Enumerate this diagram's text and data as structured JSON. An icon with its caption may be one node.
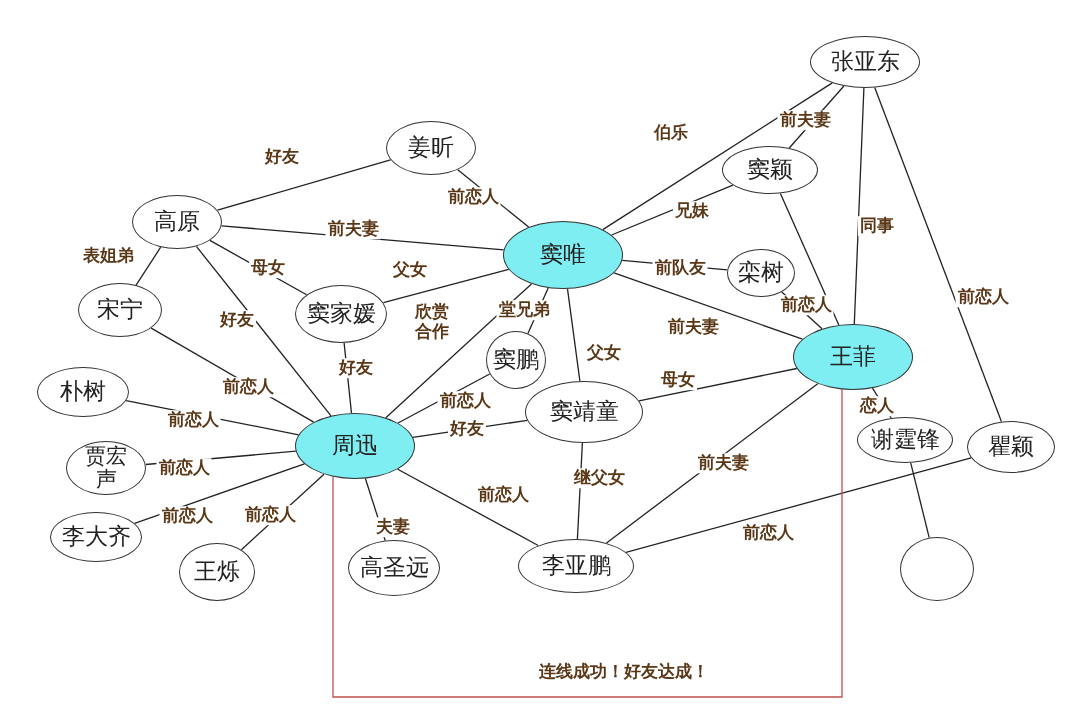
{
  "diagram": {
    "nodes": [
      {
        "text": [
          "张亚东"
        ]
      },
      {
        "text": [
          "姜昕"
        ]
      },
      {
        "text": [
          "窦颖"
        ]
      },
      {
        "text": [
          "高原"
        ]
      },
      {
        "text": [
          "窦唯"
        ]
      },
      {
        "text": [
          "栾树"
        ]
      },
      {
        "text": [
          "宋宁"
        ]
      },
      {
        "text": [
          "窦家媛"
        ]
      },
      {
        "text": [
          "窦鹏"
        ]
      },
      {
        "text": [
          "王菲"
        ]
      },
      {
        "text": [
          "朴树"
        ]
      },
      {
        "text": [
          "窦靖童"
        ]
      },
      {
        "text": [
          "周迅"
        ]
      },
      {
        "text": [
          "谢霆锋"
        ]
      },
      {
        "text": [
          "瞿颖"
        ]
      },
      {
        "text": [
          "贾宏声"
        ]
      },
      {
        "text": [
          "李大齐"
        ]
      },
      {
        "text": [
          "王烁"
        ]
      },
      {
        "text": [
          "高圣远"
        ]
      },
      {
        "text": [
          "李亚鹏"
        ]
      },
      {
        "text": [],
        "shape": "circle"
      }
    ],
    "edges": [
      {
        "from": 3,
        "to": 1,
        "arrow": "none",
        "label": "好友"
      },
      {
        "from": 1,
        "to": 4,
        "arrow": "none",
        "label": "前恋人"
      },
      {
        "from": 3,
        "to": 4,
        "arrow": "none",
        "label": "前夫妻"
      },
      {
        "from": 3,
        "to": 6,
        "arrow": "none",
        "label": "表姐弟"
      },
      {
        "from": 3,
        "to": 7,
        "arrow": "none",
        "label": "母女"
      },
      {
        "from": 7,
        "to": 4,
        "arrow": "none",
        "label": "父女"
      },
      {
        "from": 3,
        "to": 12,
        "arrow": "none",
        "label": "好友"
      },
      {
        "from": 7,
        "to": 12,
        "arrow": "none",
        "label": "好友"
      },
      {
        "from": 4,
        "to": 12,
        "arrow": "none",
        "label": "欣赏合作"
      },
      {
        "from": 8,
        "to": 4,
        "arrow": "none",
        "label": "堂兄弟"
      },
      {
        "from": 8,
        "to": 12,
        "arrow": "none",
        "label": "前恋人"
      },
      {
        "from": 12,
        "to": 11,
        "arrow": "none",
        "label": "好友"
      },
      {
        "from": 6,
        "to": 12,
        "arrow": "none",
        "label": "前恋人"
      },
      {
        "from": 10,
        "to": 12,
        "arrow": "none",
        "label": "前恋人"
      },
      {
        "from": 15,
        "to": 12,
        "arrow": "none",
        "label": "前恋人"
      },
      {
        "from": 16,
        "to": 12,
        "arrow": "none",
        "label": "前恋人"
      },
      {
        "from": 17,
        "to": 12,
        "arrow": "none",
        "label": "前恋人"
      },
      {
        "from": 12,
        "to": 18,
        "arrow": "none",
        "label": "夫妻"
      },
      {
        "from": 12,
        "to": 19,
        "arrow": "none",
        "label": "前恋人"
      },
      {
        "from": 4,
        "to": 0,
        "arrow": "none",
        "label": "伯乐"
      },
      {
        "from": 0,
        "to": 2,
        "arrow": "none",
        "label": "前夫妻"
      },
      {
        "from": 4,
        "to": 2,
        "arrow": "none",
        "label": "兄妹"
      },
      {
        "from": 4,
        "to": 5,
        "arrow": "none",
        "label": "前队友"
      },
      {
        "from": 5,
        "to": 9,
        "arrow": "none",
        "label": "前恋人"
      },
      {
        "from": 2,
        "to": 9,
        "arrow": "none"
      },
      {
        "from": 0,
        "to": 9,
        "arrow": "none",
        "label": "同事"
      },
      {
        "from": 0,
        "to": 14,
        "arrow": "none",
        "label": "前恋人"
      },
      {
        "from": 4,
        "to": 9,
        "arrow": "none",
        "label": "前夫妻"
      },
      {
        "from": 4,
        "to": 11,
        "arrow": "none",
        "label": "父女"
      },
      {
        "from": 11,
        "to": 9,
        "arrow": "none",
        "label": "母女"
      },
      {
        "from": 11,
        "to": 19,
        "arrow": "none",
        "label": "继父女"
      },
      {
        "from": 9,
        "to": 19,
        "arrow": "none",
        "label": "前夫妻"
      },
      {
        "from": 19,
        "to": 14,
        "arrow": "none",
        "label": "前恋人"
      },
      {
        "from": 9,
        "to": 13,
        "arrow": "none",
        "label": "恋人"
      },
      {
        "from": 13,
        "to": 20,
        "arrow": "none"
      },
      {
        "from": 12,
        "to": 9,
        "arrow": "none",
        "label": "连线成功！好友达成！",
        "color": "#c0504d"
      }
    ]
  }
}
